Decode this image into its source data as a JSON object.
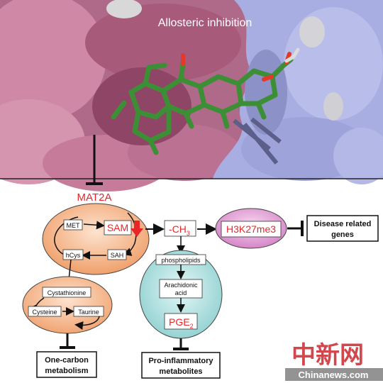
{
  "header": {
    "title": "Allosteric inhibition"
  },
  "diagram": {
    "mat2a": "MAT2A",
    "cycle": {
      "met": "MET",
      "sam": "SAM",
      "hcys": "hCys",
      "sah": "SAH"
    },
    "transsulfuration": {
      "cystathionine": "Cystathionine",
      "cysteine": "Cysteine",
      "taurine": "Taurine"
    },
    "methyl": {
      "base": "-CH",
      "sub": "3"
    },
    "histone": "H3K27me3",
    "lipid": {
      "phospholipids": "phospholipids",
      "arachidonic_line1": "Arachidonic",
      "arachidonic_line2": "acid",
      "pge_base": "PGE",
      "pge_sub": "2"
    },
    "outcomes": {
      "disease_line1": "Disease related",
      "disease_line2": "genes",
      "one_carbon_line1": "One-carbon",
      "one_carbon_line2": "metabolism",
      "inflammatory_line1": "Pro-inflammatory",
      "inflammatory_line2": "metabolites"
    }
  },
  "watermark": {
    "logo_text": "中新网",
    "url": "Chinanews.com"
  },
  "colors": {
    "red_label": "#e8262a",
    "pink_surface": "#c77a98",
    "blue_surface": "#a8aee0",
    "ligand_green": "#3a8a33",
    "orange_ellipse": "#f2ad7e",
    "teal_ellipse": "#a9dcdc",
    "magenta_ellipse": "#dc8ecf"
  }
}
